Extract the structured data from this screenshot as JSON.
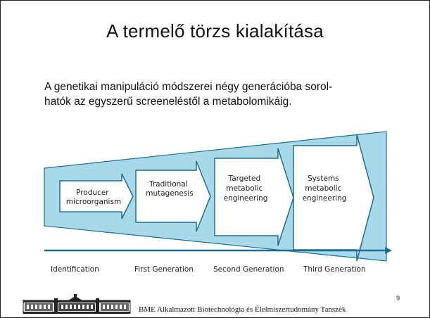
{
  "slide": {
    "title": "A termelő törzs kialakítása",
    "intro_lines": [
      "A genetikai manipuláció módszerei négy generációba sorol-",
      "hatók az egyszerű screeneléstől a metabolomikáig."
    ],
    "steps": [
      {
        "lines": [
          "Producer",
          "microorganism"
        ]
      },
      {
        "lines": [
          "Traditional",
          "mutagenesis"
        ]
      },
      {
        "lines": [
          "Targeted",
          "metabolic",
          "engineering"
        ]
      },
      {
        "lines": [
          "Systems",
          "metabolic",
          "engineering"
        ]
      }
    ],
    "generations": [
      "Identification",
      "First Generation",
      "Second Generation",
      "Third Generation"
    ],
    "footer_text": "BME Alkalmazott Biotechnológia és Élelmiszertudomány Tanszék",
    "page_number": "9"
  },
  "colors": {
    "funnel_fill": "#a9d8e8",
    "funnel_stroke": "#1a6f93",
    "arrow_fill": "#ffffff",
    "arrow_stroke": "#1a6f93",
    "axis_stroke": "#1a6f93"
  }
}
